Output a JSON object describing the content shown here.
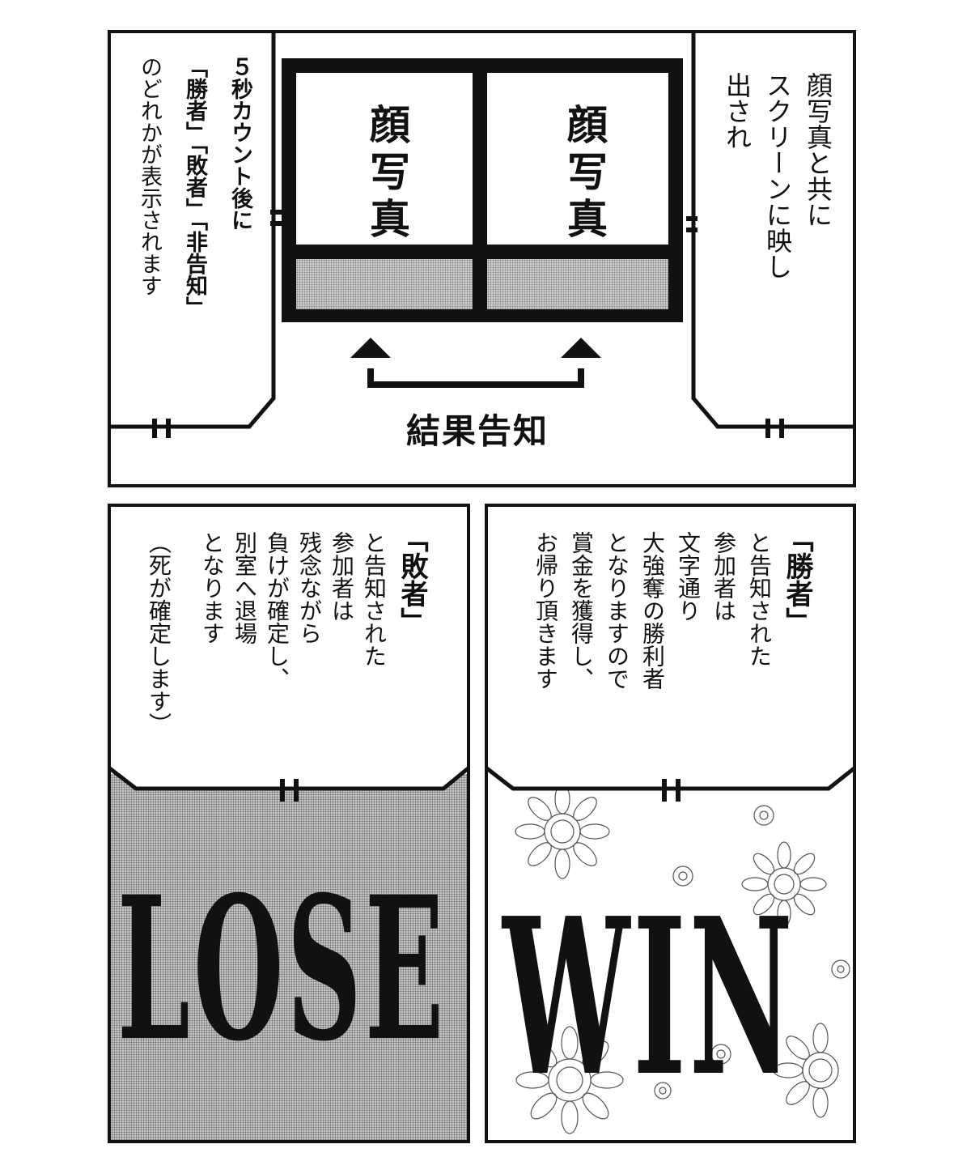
{
  "panel1": {
    "left_caption_line1": "５秒カウント後に",
    "left_caption_line2": "「勝者」「敗者」「非告知」",
    "left_caption_line3": "のどれかが表示されます",
    "right_caption_line1": "顔写真と共に",
    "right_caption_line2": "スクリーンに映し",
    "right_caption_line3": "出され",
    "photo_left": "顔写真",
    "photo_right": "顔写真",
    "result_label": "結果告知"
  },
  "panel_lose": {
    "caption_heading": "「敗者」",
    "caption_lines": [
      "と告知された",
      "参加者は",
      "残念ながら",
      "負けが確定し、",
      "別室へ退場",
      "となります",
      "（死が確定します）"
    ],
    "big_text": "LOSE"
  },
  "panel_win": {
    "caption_heading": "「勝者」",
    "caption_lines": [
      "と告知された",
      "参加者は",
      "文字通り",
      "大強奪の勝利者",
      "となりますので",
      "賞金を獲得し、",
      "お帰り頂きます"
    ],
    "big_text": "WIN"
  }
}
